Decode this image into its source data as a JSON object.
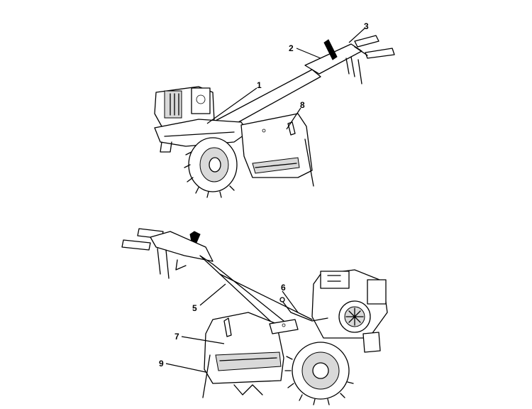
{
  "callouts": [
    {
      "label": "1",
      "part": "hood"
    },
    {
      "label": "2",
      "part": "handlebar"
    },
    {
      "label": "3",
      "part": "handle-grip"
    },
    {
      "label": "5",
      "part": "handlebar-lower"
    },
    {
      "label": "6",
      "part": "control-cable"
    },
    {
      "label": "7",
      "part": "tine-shield"
    },
    {
      "label": "8",
      "part": "tine-hood"
    },
    {
      "label": "9",
      "part": "depth-bar"
    }
  ],
  "colors": {
    "line": "#000000",
    "shade": "#d9d9d9",
    "background": "#ffffff"
  }
}
